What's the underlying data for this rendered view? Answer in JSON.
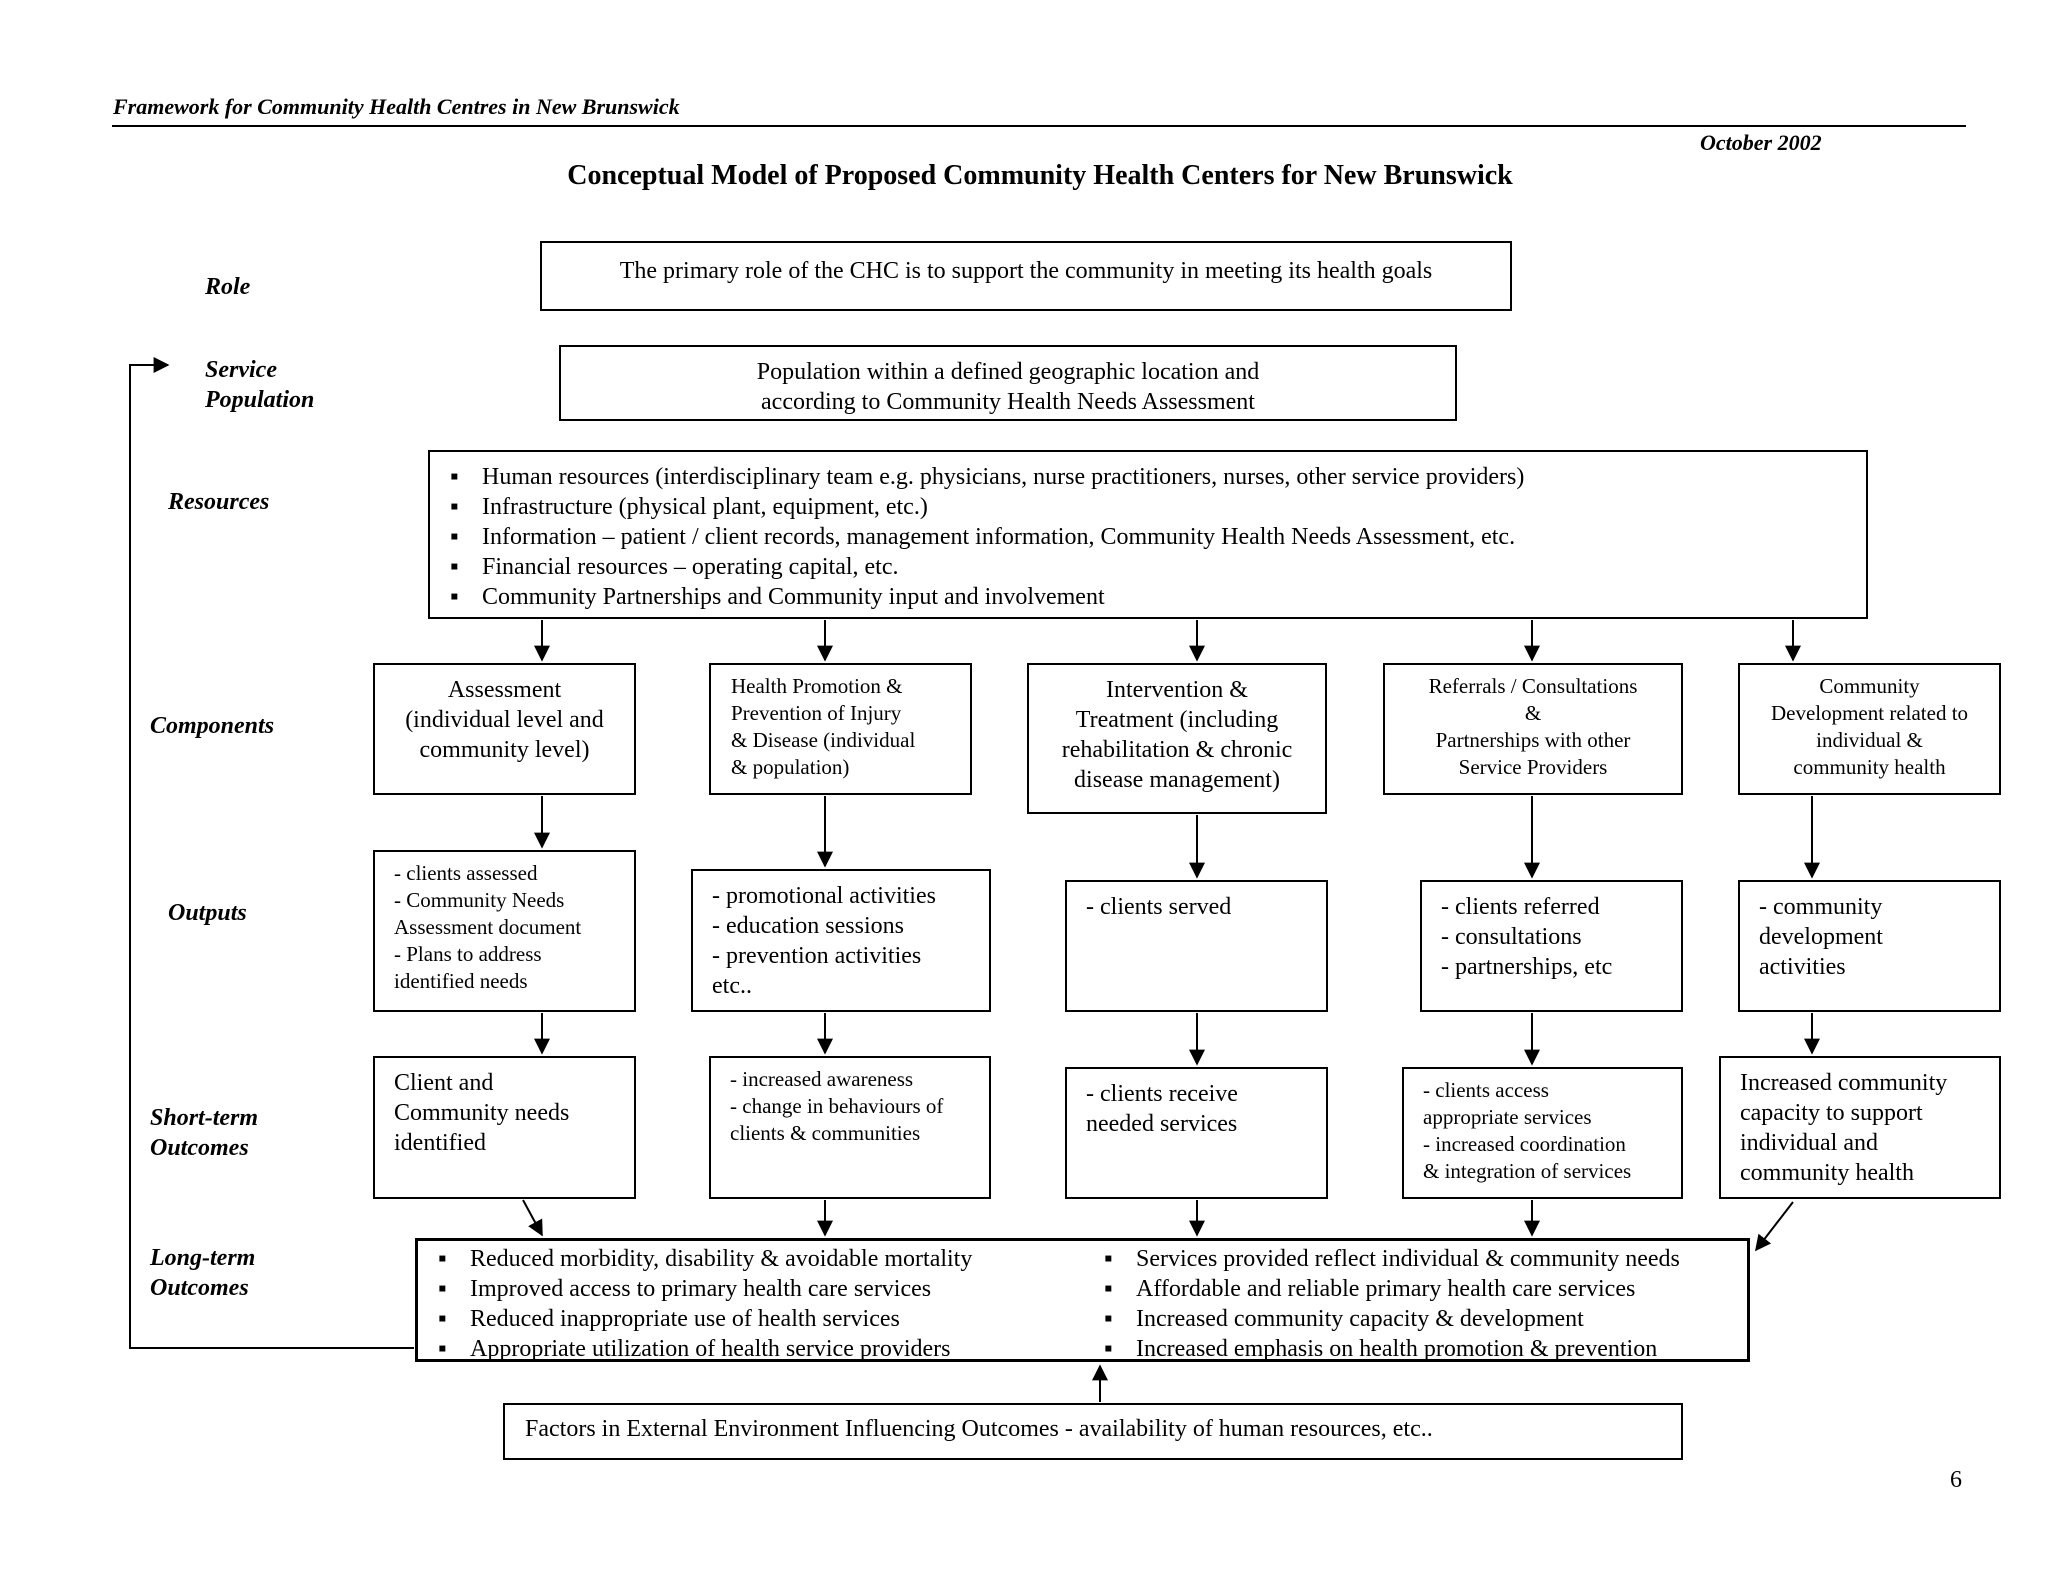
{
  "header": {
    "doc_title": "Framework for Community Health Centres in New Brunswick",
    "date": "October   2002",
    "page_number": "6"
  },
  "diagram_title": "Conceptual Model of Proposed Community Health Centers for New Brunswick",
  "row_labels": {
    "role": "Role",
    "service_population": [
      "Service",
      "Population"
    ],
    "resources": "Resources",
    "components": "Components",
    "outputs": "Outputs",
    "short_term": [
      "Short-term",
      "Outcomes"
    ],
    "long_term": [
      "Long-term",
      "Outcomes"
    ]
  },
  "role_text": "The primary role of the CHC is to support the community in meeting its health goals",
  "service_population_text": [
    "Population within a defined geographic location and",
    "according to Community  Health Needs Assessment"
  ],
  "bullet_glyph": "▪",
  "resources": [
    "Human resources (interdisciplinary team  e.g. physicians, nurse practitioners, nurses, other service providers)",
    "Infrastructure (physical plant, equipment, etc.)",
    "Information – patient / client records, management information, Community Health Needs Assessment, etc.",
    "Financial resources – operating capital, etc.",
    "Community Partnerships and Community input and involvement"
  ],
  "components": [
    [
      "Assessment",
      "(individual level and",
      "community level)"
    ],
    [
      "Health Promotion  &",
      "Prevention of Injury",
      "& Disease (individual",
      "& population)"
    ],
    [
      "Intervention &",
      "Treatment (including",
      "rehabilitation & chronic",
      "disease management)"
    ],
    [
      "Referrals / Consultations",
      "&",
      "Partnerships with other",
      "Service Providers"
    ],
    [
      "Community",
      "Development related to",
      "individual &",
      "community health"
    ]
  ],
  "outputs": [
    [
      "-  clients assessed",
      "-  Community Needs",
      "Assessment document",
      "- Plans to address",
      "identified needs"
    ],
    [
      "-  promotional activities",
      "-  education  sessions",
      "-  prevention activities",
      " etc.."
    ],
    [
      "-  clients served"
    ],
    [
      "- clients referred",
      "- consultations",
      "-  partnerships, etc"
    ],
    [
      "- community",
      "development",
      "activities"
    ]
  ],
  "short_term": [
    [
      "Client and",
      "Community needs",
      "identified"
    ],
    [
      "- increased awareness",
      "- change in behaviours of",
      "clients & communities"
    ],
    [
      "- clients receive",
      "needed services"
    ],
    [
      "- clients access",
      "appropriate services",
      "- increased coordination",
      "& integration of services"
    ],
    [
      "Increased community",
      "capacity to support",
      "individual and",
      "community health"
    ]
  ],
  "long_term_left": [
    "Reduced morbidity, disability & avoidable mortality",
    "Improved access to primary health care services",
    "Reduced inappropriate use of health services",
    "Appropriate utilization of health service providers"
  ],
  "long_term_right": [
    "Services provided reflect individual & community needs",
    "Affordable and reliable primary health care services",
    "Increased community capacity & development",
    "Increased emphasis on health promotion & prevention"
  ],
  "external_factors": "Factors in External Environment Influencing Outcomes - availability of human resources, etc.."
}
